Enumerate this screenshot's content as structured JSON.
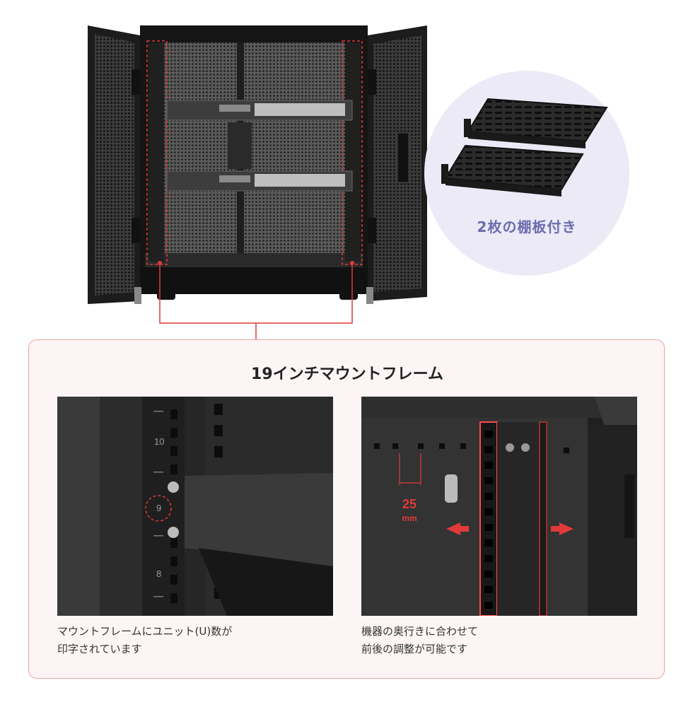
{
  "shelves": {
    "caption": "2枚の棚板付き"
  },
  "frame_section": {
    "title": "19インチマウントフレーム",
    "left_photo": {
      "unit_labels": [
        "10",
        "9",
        "8"
      ]
    },
    "right_photo": {
      "pitch_value": "25",
      "pitch_unit": "mm"
    },
    "caption_left": [
      "マウントフレームにユニット(U)数が",
      "印字されています"
    ],
    "caption_right": [
      "機器の奥行きに合わせて",
      "前後の調整が可能です"
    ]
  },
  "colors": {
    "accent_red": "#e03a3a",
    "panel_bg": "#fdf5f5",
    "panel_border": "#eaa6a6",
    "circle_bg": "#ebeaf6",
    "circle_text": "#6c6cae"
  }
}
